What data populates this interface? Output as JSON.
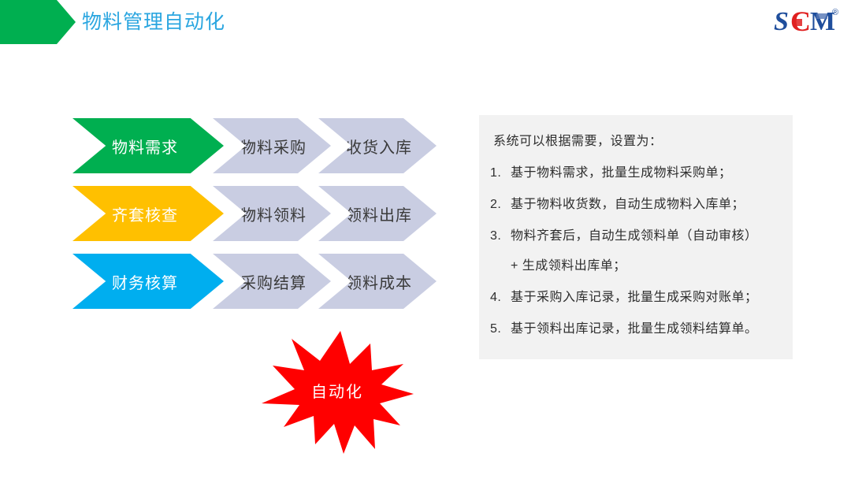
{
  "header": {
    "title": "物料管理自动化",
    "accent_color": "#00AF50",
    "title_color": "#2BA6E0",
    "logo": {
      "letter_s": "S",
      "letter_c": "C",
      "letter_m": "M",
      "trademark": "®",
      "blue": "#1F4E9C",
      "red": "#E02020"
    }
  },
  "flow": {
    "rows": [
      {
        "lead": {
          "label": "物料需求",
          "color": "#00AF50"
        },
        "mid": {
          "label": "物料采购"
        },
        "last": {
          "label": "收货入库"
        }
      },
      {
        "lead": {
          "label": "齐套核查",
          "color": "#FFC000"
        },
        "mid": {
          "label": "物料领料"
        },
        "last": {
          "label": "领料出库"
        }
      },
      {
        "lead": {
          "label": "财务核算",
          "color": "#00AEEF"
        },
        "mid": {
          "label": "采购结算"
        },
        "last": {
          "label": "领料成本"
        }
      }
    ],
    "muted_color": "#C9CDE2"
  },
  "burst": {
    "label": "自动化",
    "color": "#FF0000",
    "text_color": "#FFFFFF"
  },
  "panel": {
    "background": "#F2F2F2",
    "intro": "系统可以根据需要，设置为：",
    "items": [
      {
        "num": "1.",
        "text": "基于物料需求，批量生成物料采购单；",
        "continuation": ""
      },
      {
        "num": "2.",
        "text": "基于物料收货数，自动生成物料入库单；",
        "continuation": ""
      },
      {
        "num": "3.",
        "text": "物料齐套后，自动生成领料单（自动审核）",
        "continuation": "+ 生成领料出库单；"
      },
      {
        "num": "4.",
        "text": "基于采购入库记录，批量生成采购对账单；",
        "continuation": ""
      },
      {
        "num": "5.",
        "text": "基于领料出库记录，批量生成领料结算单。",
        "continuation": ""
      }
    ]
  }
}
